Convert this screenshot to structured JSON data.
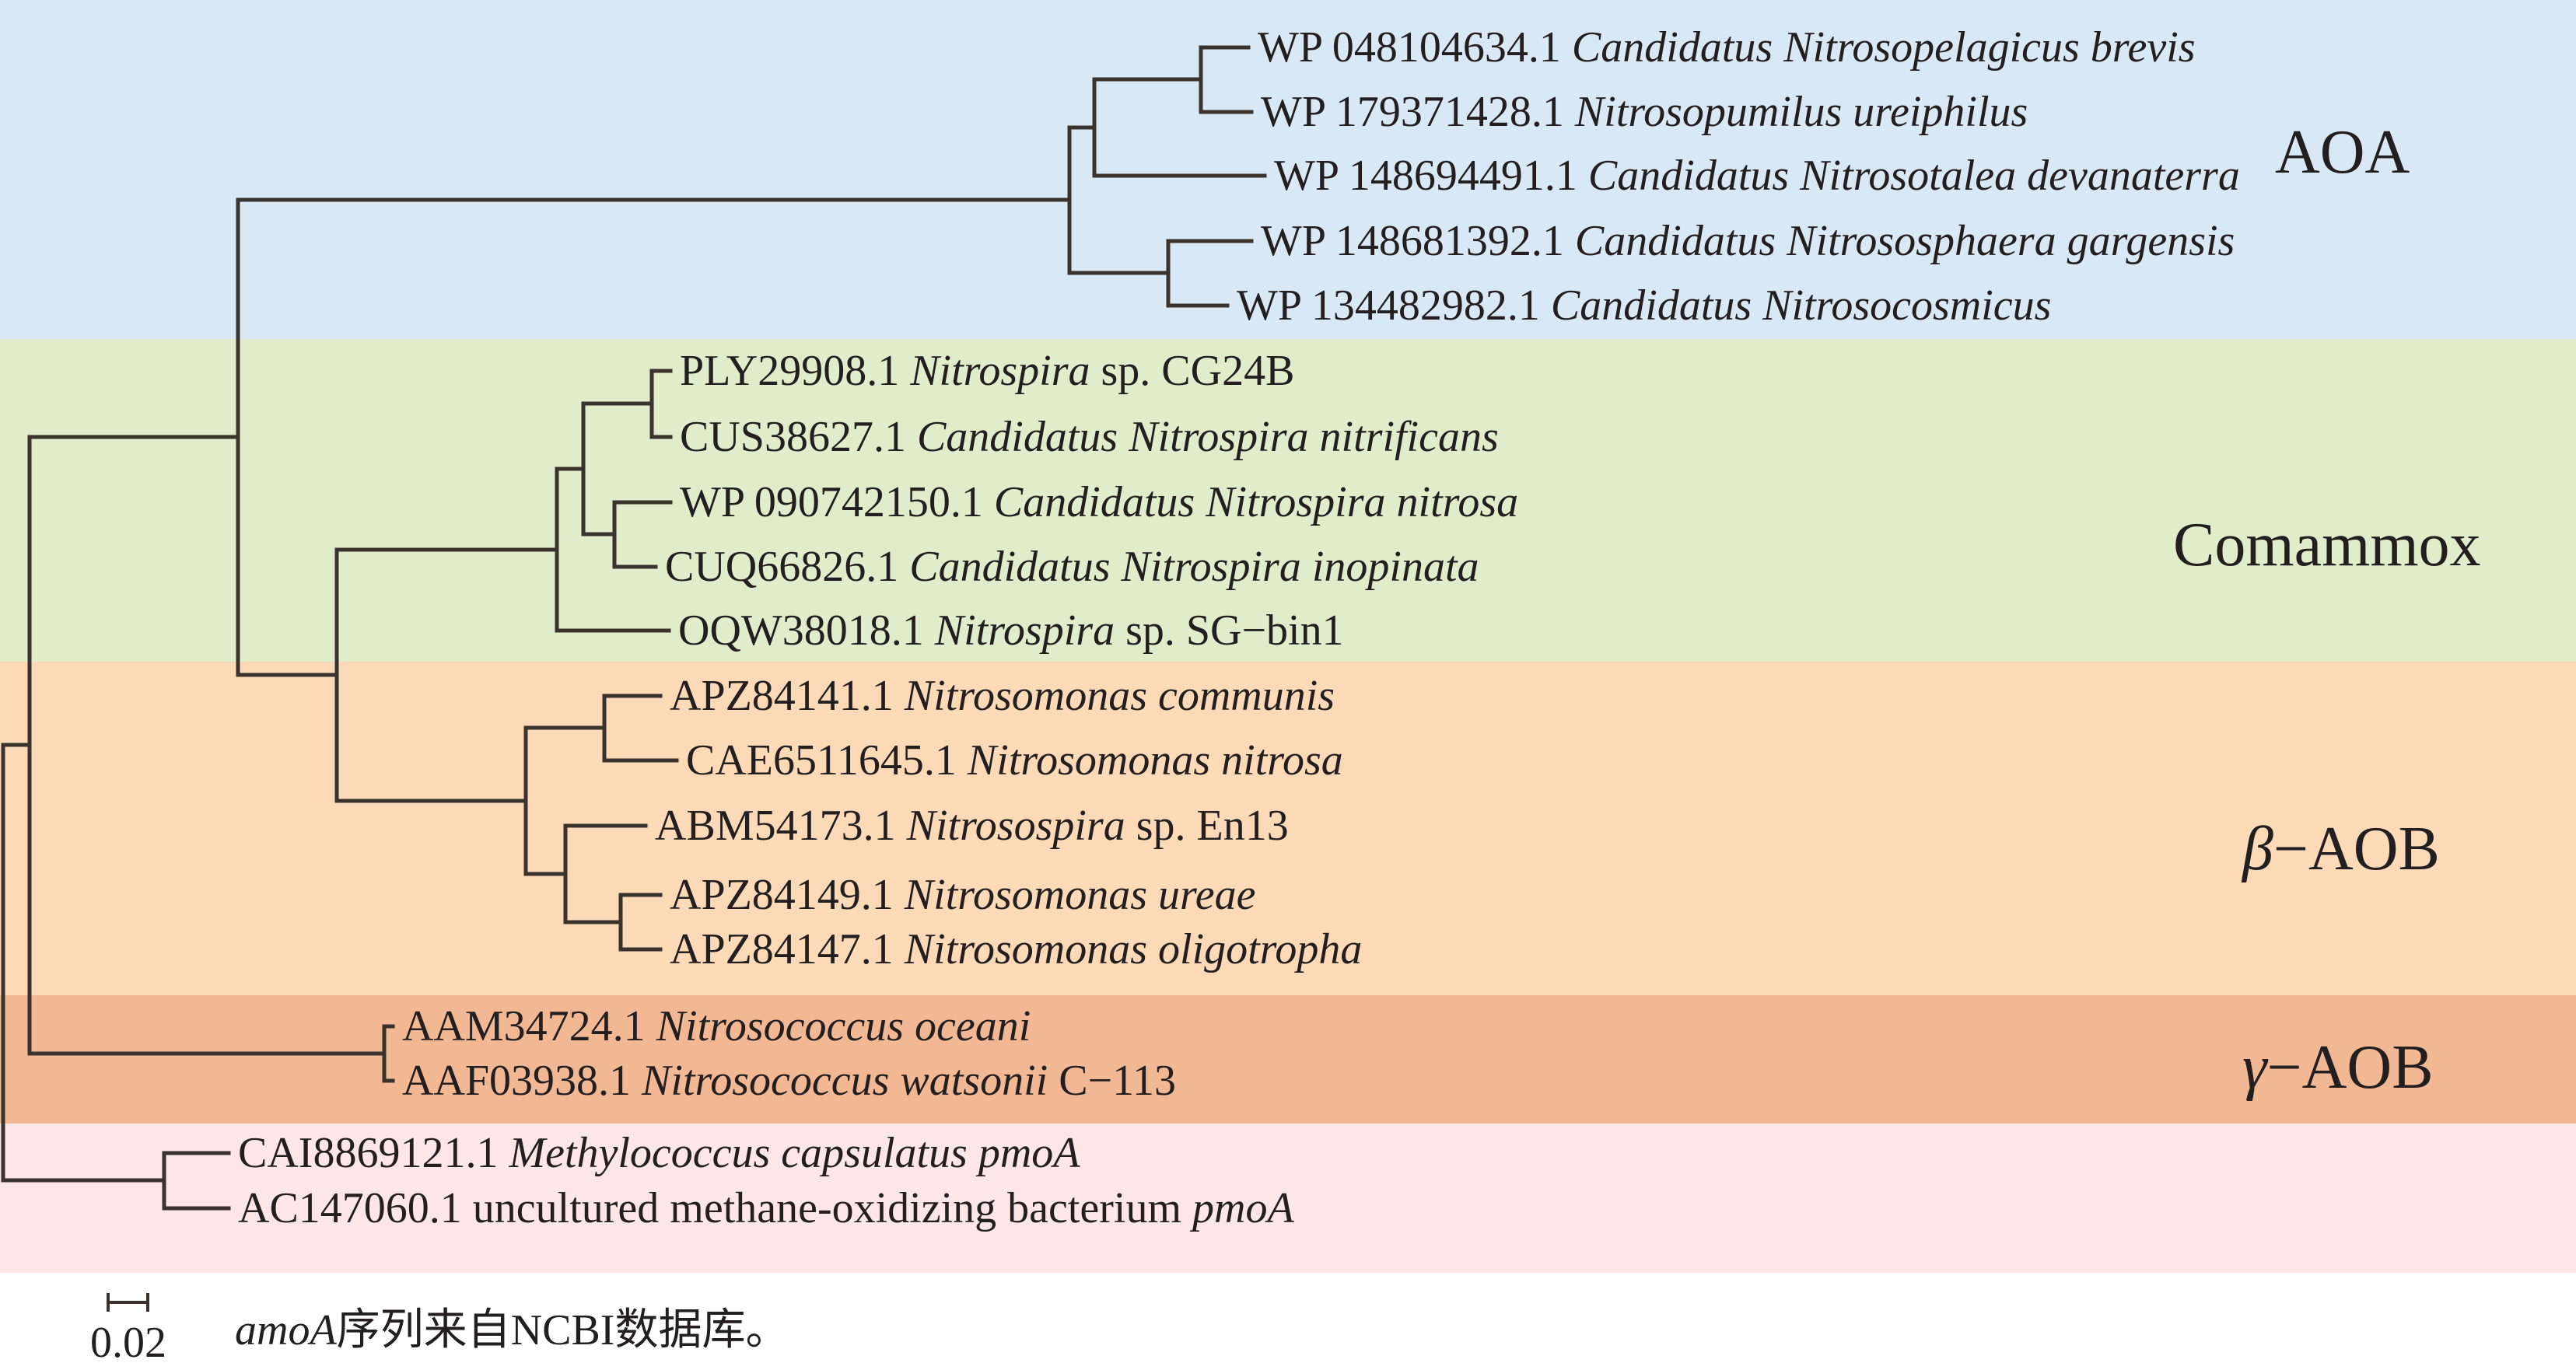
{
  "colors": {
    "band_aoa": "#d9e8f5",
    "band_comammox": "#e1ecca",
    "band_beta_aob": "#fcd9b7",
    "band_gamma_aob": "#f2b894",
    "band_pmoa": "#fde6e8",
    "branch": "#3a332d"
  },
  "groups": {
    "aoa": {
      "label": "AOA"
    },
    "comammox": {
      "label": "Comammox"
    },
    "beta_aob": {
      "symbol": "β",
      "label": "−AOB"
    },
    "gamma_aob": {
      "symbol": "γ",
      "label": "−AOB"
    }
  },
  "leaves": [
    {
      "accession": "WP 048104634.1",
      "species": "Candidatus Nitrosopelagicus brevis"
    },
    {
      "accession": "WP 179371428.1",
      "species": "Nitrosopumilus ureiphilus"
    },
    {
      "accession": "WP 148694491.1",
      "species": "Candidatus Nitrosotalea devanaterra"
    },
    {
      "accession": "WP 148681392.1",
      "species": "Candidatus Nitrososphaera gargensis"
    },
    {
      "accession": "WP 134482982.1",
      "species": "Candidatus Nitrosocosmicus"
    },
    {
      "accession": "PLY29908.1",
      "species": "Nitrospira",
      "suffix": "sp. CG24B"
    },
    {
      "accession": "CUS38627.1",
      "species": "Candidatus Nitrospira nitrificans"
    },
    {
      "accession": "WP 090742150.1",
      "species": "Candidatus Nitrospira nitrosa"
    },
    {
      "accession": "CUQ66826.1",
      "species": "Candidatus Nitrospira inopinata"
    },
    {
      "accession": "OQW38018.1",
      "species": "Nitrospira",
      "suffix": "sp. SG−bin1"
    },
    {
      "accession": "APZ84141.1",
      "species": "Nitrosomonas communis"
    },
    {
      "accession": "CAE6511645.1",
      "species": "Nitrosomonas nitrosa"
    },
    {
      "accession": "ABM54173.1",
      "species": "Nitrosospira",
      "suffix": "sp. En13"
    },
    {
      "accession": "APZ84149.1",
      "species": "Nitrosomonas ureae"
    },
    {
      "accession": "APZ84147.1",
      "species": "Nitrosomonas oligotropha"
    },
    {
      "accession": "AAM34724.1",
      "species": "Nitrosococcus oceani"
    },
    {
      "accession": "AAF03938.1",
      "species": "Nitrosococcus watsonii",
      "suffix": "C−113"
    },
    {
      "accession": "CAI8869121.1",
      "species": "Methylococcus capsulatus pmoA"
    },
    {
      "accession": "AC147060.1",
      "description": "uncultured methane-oxidizing bacterium",
      "species": "pmoA"
    }
  ],
  "scale_bar": {
    "label": "0.02"
  },
  "caption": {
    "gene": "amoA",
    "text": "序列来自NCBI数据库。"
  }
}
